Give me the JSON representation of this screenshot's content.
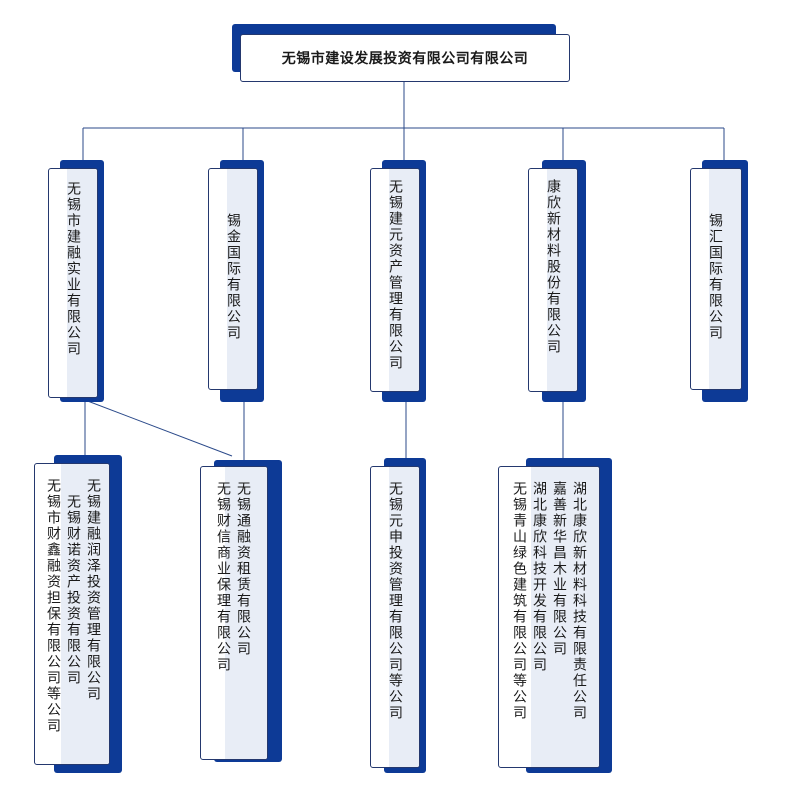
{
  "root": {
    "name": "无锡市建设发展投资有限公司有限公司"
  },
  "level1": [
    {
      "name": "无锡市建融实业有限公司"
    },
    {
      "name": "锡金国际有限公司"
    },
    {
      "name": "无锡建元资产管理有限公司"
    },
    {
      "name": "康欣新材料股份有限公司"
    },
    {
      "name": "锡汇国际有限公司"
    }
  ],
  "level2": [
    {
      "lines": [
        "无锡建融润泽投资管理有限公司",
        "无锡财诺资产投资有限公司",
        "无锡市财鑫融资担保有限公司等公司"
      ]
    },
    {
      "lines": [
        "无锡通融资租赁有限公司",
        "无锡财信商业保理有限公司"
      ]
    },
    {
      "lines": [
        "无锡元申投资管理有限公司等公司"
      ]
    },
    {
      "lines": [
        "湖北康欣新材料科技有限责任公司",
        "嘉善新华昌木业有限公司",
        "湖北康欣科技开发有限公司",
        "无锡青山绿色建筑有限公司等公司"
      ]
    }
  ],
  "colors": {
    "accent": "#0d3a96",
    "border": "#24386e",
    "tint": "#e8edf6",
    "line": "#2b4a8a"
  }
}
